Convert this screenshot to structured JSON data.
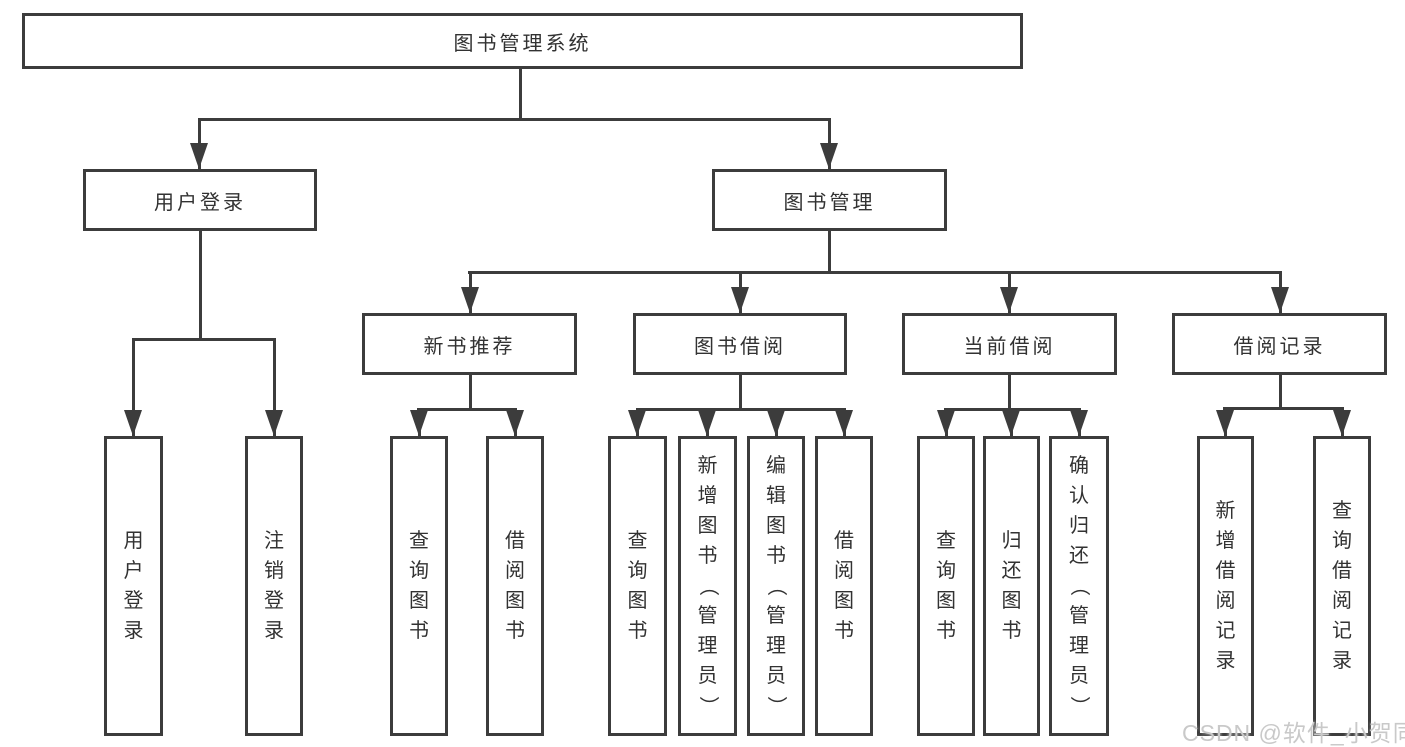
{
  "watermark": "CSDN @软件_小贺同学",
  "tree": {
    "root": "图书管理系统",
    "branches": [
      {
        "label": "用户登录",
        "leaves": [
          "用户登录",
          "注销登录"
        ]
      },
      {
        "label": "图书管理",
        "children": [
          {
            "label": "新书推荐",
            "leaves": [
              "查询图书",
              "借阅图书"
            ]
          },
          {
            "label": "图书借阅",
            "leaves": [
              "查询图书",
              "新增图书（管理员）",
              "编辑图书（管理员）",
              "借阅图书"
            ]
          },
          {
            "label": "当前借阅",
            "leaves": [
              "查询图书",
              "归还图书",
              "确认归还（管理员）"
            ]
          },
          {
            "label": "借阅记录",
            "leaves": [
              "新增借阅记录",
              "查询借阅记录"
            ]
          }
        ]
      }
    ]
  }
}
